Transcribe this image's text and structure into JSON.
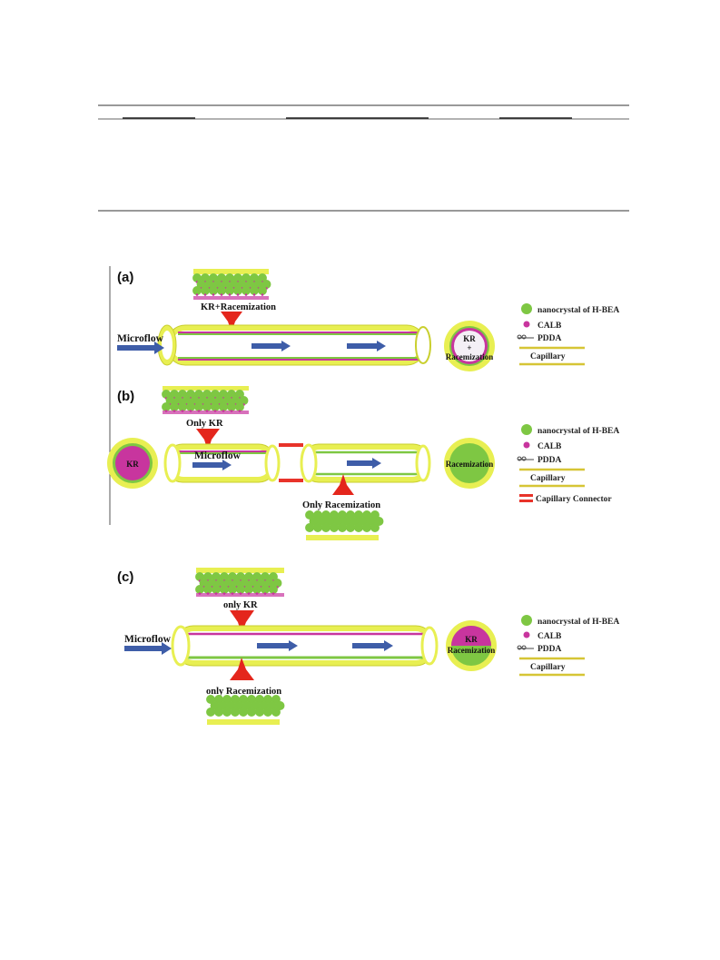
{
  "table_rules": {},
  "colors": {
    "capillary_yellow": "#e8ef52",
    "capillary_outline": "#c9cf2e",
    "crystal_green": "#7ec743",
    "calb_magenta": "#c8359e",
    "arrow_blue": "#3e5da8",
    "arrow_red": "#e4261c",
    "connector_red": "#e8332a",
    "legend_line": "#d6c535"
  },
  "panel_a": {
    "label": "(a)",
    "process": "KR+Racemization",
    "flow_label": "Microflow",
    "circle_text_top": "KR",
    "circle_text_mid": "+",
    "circle_text_bottom": "Racemization"
  },
  "panel_b": {
    "label": "(b)",
    "process_top": "Only KR",
    "flow_label": "Microflow",
    "process_bottom": "Only Racemization",
    "circle_left": "KR",
    "circle_right": "Racemization"
  },
  "panel_c": {
    "label": "(c)",
    "process_top": "only KR",
    "flow_label": "Microflow",
    "process_bottom": "only Racemization",
    "circle_text_top": "KR",
    "circle_text_bottom": "Racemization"
  },
  "legend": {
    "nanocrystal": "nanocrystal of H-BEA",
    "calb": "CALB",
    "pdda": "PDDA",
    "capillary": "Capillary",
    "connector": "Capillary Connector"
  }
}
